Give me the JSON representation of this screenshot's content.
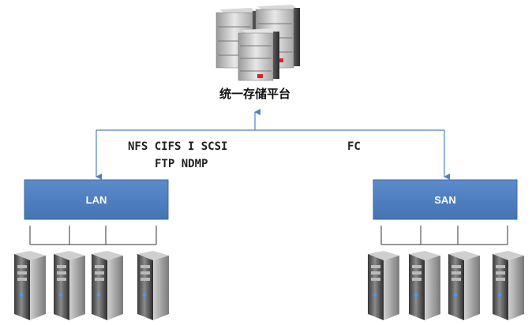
{
  "platform": {
    "title": "统一存储平台",
    "icon": "server-stack-icon"
  },
  "protocols": {
    "lan_line1": "NFS  CIFS  I  SCSI",
    "lan_line2": "FTP  NDMP",
    "san": "FC"
  },
  "networks": [
    {
      "id": "lan",
      "label": "LAN",
      "color": "#4f7fbf"
    },
    {
      "id": "san",
      "label": "SAN",
      "color": "#4f7fbf"
    }
  ],
  "colors": {
    "connector": "#4f81bd",
    "box": "#4f7fbf",
    "line": "#333333"
  },
  "server_groups": [
    {
      "network": "lan",
      "count": 4,
      "icon": "server-tower-icon"
    },
    {
      "network": "san",
      "count": 4,
      "icon": "server-tower-icon"
    }
  ]
}
